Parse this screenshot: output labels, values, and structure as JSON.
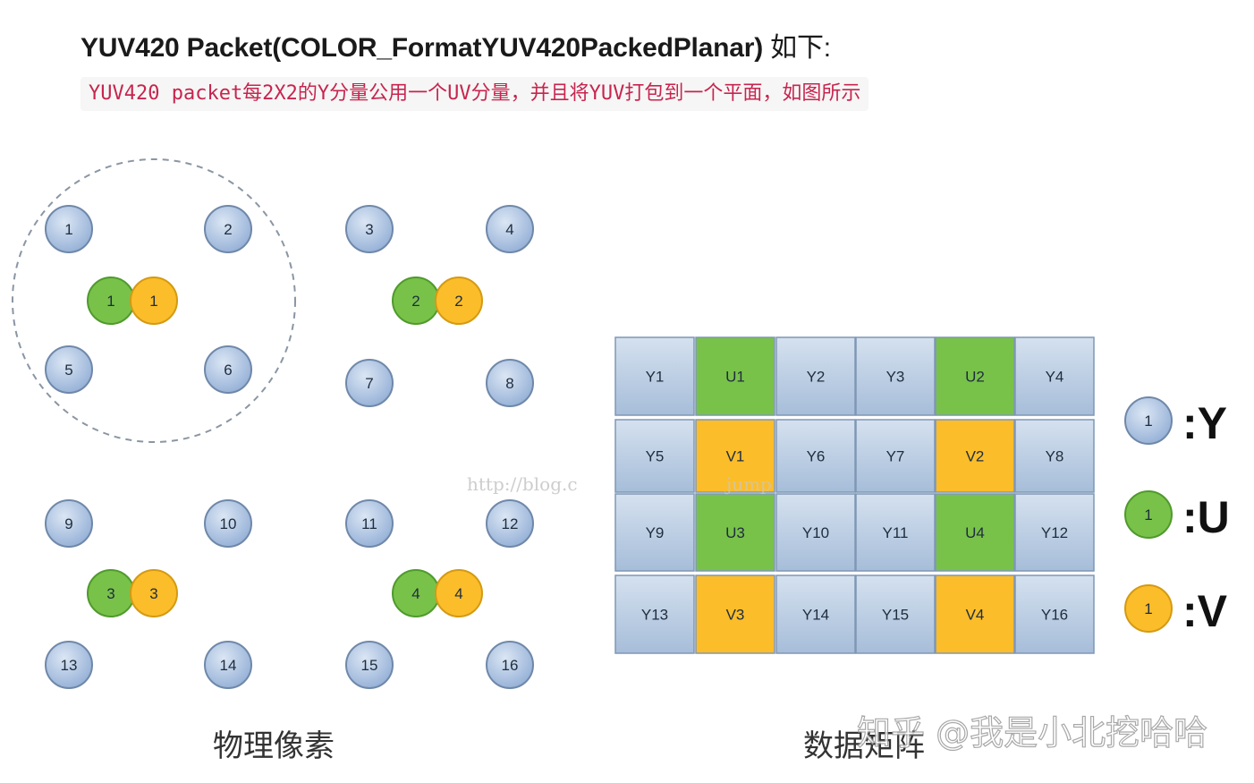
{
  "heading": {
    "title": "YUV420 Packet(COLOR_FormatYUV420PackedPlanar)",
    "title_suffix": " 如下:",
    "description": "YUV420 packet每2X2的Y分量公用一个UV分量，并且将YUV打包到一个平面，如图所示"
  },
  "colors": {
    "y": "#a8c1e3",
    "y_stroke": "#6f88a9",
    "u": "#78c24a",
    "u_stroke": "#4f9a2c",
    "v": "#fbbd2a",
    "v_stroke": "#d49a12",
    "matrix_y": "#b9cbe2",
    "matrix_u": "#78c24a",
    "matrix_v": "#fbbd2a"
  },
  "left_panel": {
    "caption": "物理像素",
    "y_pixels": [
      "1",
      "2",
      "3",
      "4",
      "5",
      "6",
      "7",
      "8",
      "9",
      "10",
      "11",
      "12",
      "13",
      "14",
      "15",
      "16"
    ],
    "uv_pairs": [
      {
        "u": "1",
        "v": "1"
      },
      {
        "u": "2",
        "v": "2"
      },
      {
        "u": "3",
        "v": "3"
      },
      {
        "u": "4",
        "v": "4"
      }
    ]
  },
  "matrix": {
    "caption": "数据矩阵",
    "rows": [
      [
        {
          "label": "Y1",
          "type": "y"
        },
        {
          "label": "U1",
          "type": "u"
        },
        {
          "label": "Y2",
          "type": "y"
        },
        {
          "label": "Y3",
          "type": "y"
        },
        {
          "label": "U2",
          "type": "u"
        },
        {
          "label": "Y4",
          "type": "y"
        }
      ],
      [
        {
          "label": "Y5",
          "type": "y"
        },
        {
          "label": "V1",
          "type": "v"
        },
        {
          "label": "Y6",
          "type": "y"
        },
        {
          "label": "Y7",
          "type": "y"
        },
        {
          "label": "V2",
          "type": "v"
        },
        {
          "label": "Y8",
          "type": "y"
        }
      ],
      [
        {
          "label": "Y9",
          "type": "y"
        },
        {
          "label": "U3",
          "type": "u"
        },
        {
          "label": "Y10",
          "type": "y"
        },
        {
          "label": "Y11",
          "type": "y"
        },
        {
          "label": "U4",
          "type": "u"
        },
        {
          "label": "Y12",
          "type": "y"
        }
      ],
      [
        {
          "label": "Y13",
          "type": "y"
        },
        {
          "label": "V3",
          "type": "v"
        },
        {
          "label": "Y14",
          "type": "y"
        },
        {
          "label": "Y15",
          "type": "y"
        },
        {
          "label": "V4",
          "type": "v"
        },
        {
          "label": "Y16",
          "type": "y"
        }
      ]
    ]
  },
  "legend": [
    {
      "number": "1",
      "label": ":Y",
      "type": "y"
    },
    {
      "number": "1",
      "label": ":U",
      "type": "u"
    },
    {
      "number": "1",
      "label": ":V",
      "type": "v"
    }
  ],
  "watermark_url": "http://blog.c",
  "watermark_url_tail": "jump",
  "zhihu_watermark": "知乎 @我是小北挖哈哈"
}
